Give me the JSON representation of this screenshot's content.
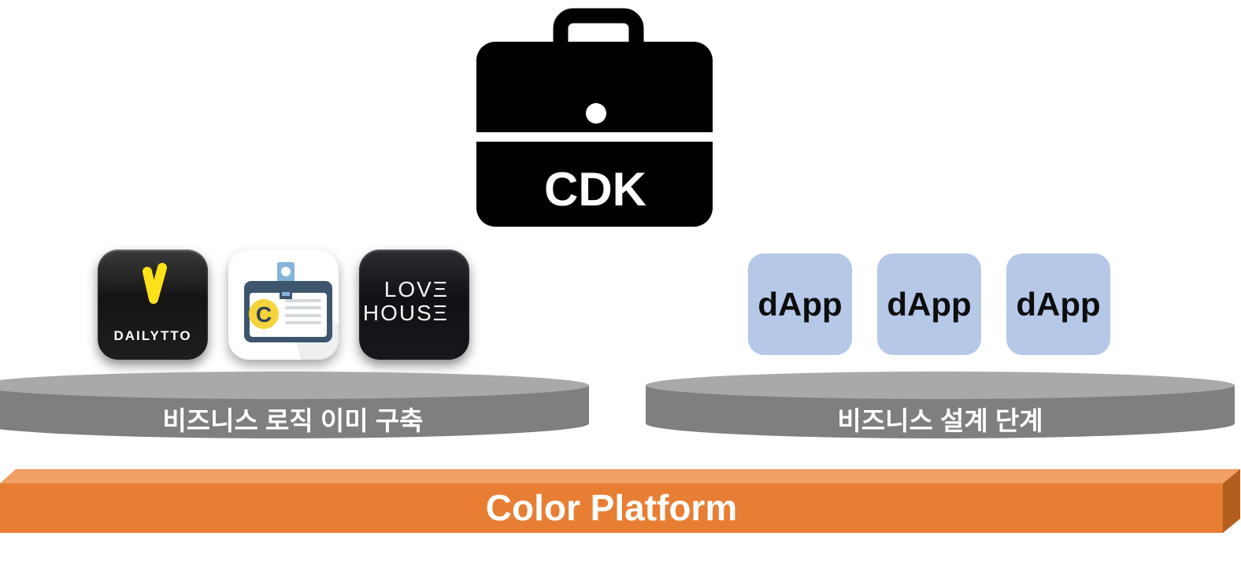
{
  "cdk": {
    "label": "CDK"
  },
  "app_icons": [
    {
      "label": "DAILYTTO"
    },
    {
      "letter": "C"
    },
    {
      "line1": "LOVΞ",
      "line2": "HOUSΞ"
    }
  ],
  "dapps": [
    "dApp",
    "dApp",
    "dApp"
  ],
  "platform_labels": {
    "left": "비즈니스 로직 이미 구축",
    "right": "비즈니스 설계 단계"
  },
  "bottom_bar": {
    "label": "Color Platform"
  },
  "colors": {
    "orange_front": "#E87E33",
    "orange_top": "#F0A064",
    "orange_side": "#B25E1E",
    "platform_body_gray": "#7F7F7F",
    "platform_top_gray": "#A9A9A9",
    "dapp_fill": "#B6C8E8",
    "dailytto_yellow": "#FFE11A",
    "idcard_navy": "#3D566E",
    "idcard_yellow": "#F5D33D",
    "idcard_blue": "#85B4D9",
    "briefcase_black": "#000000"
  }
}
